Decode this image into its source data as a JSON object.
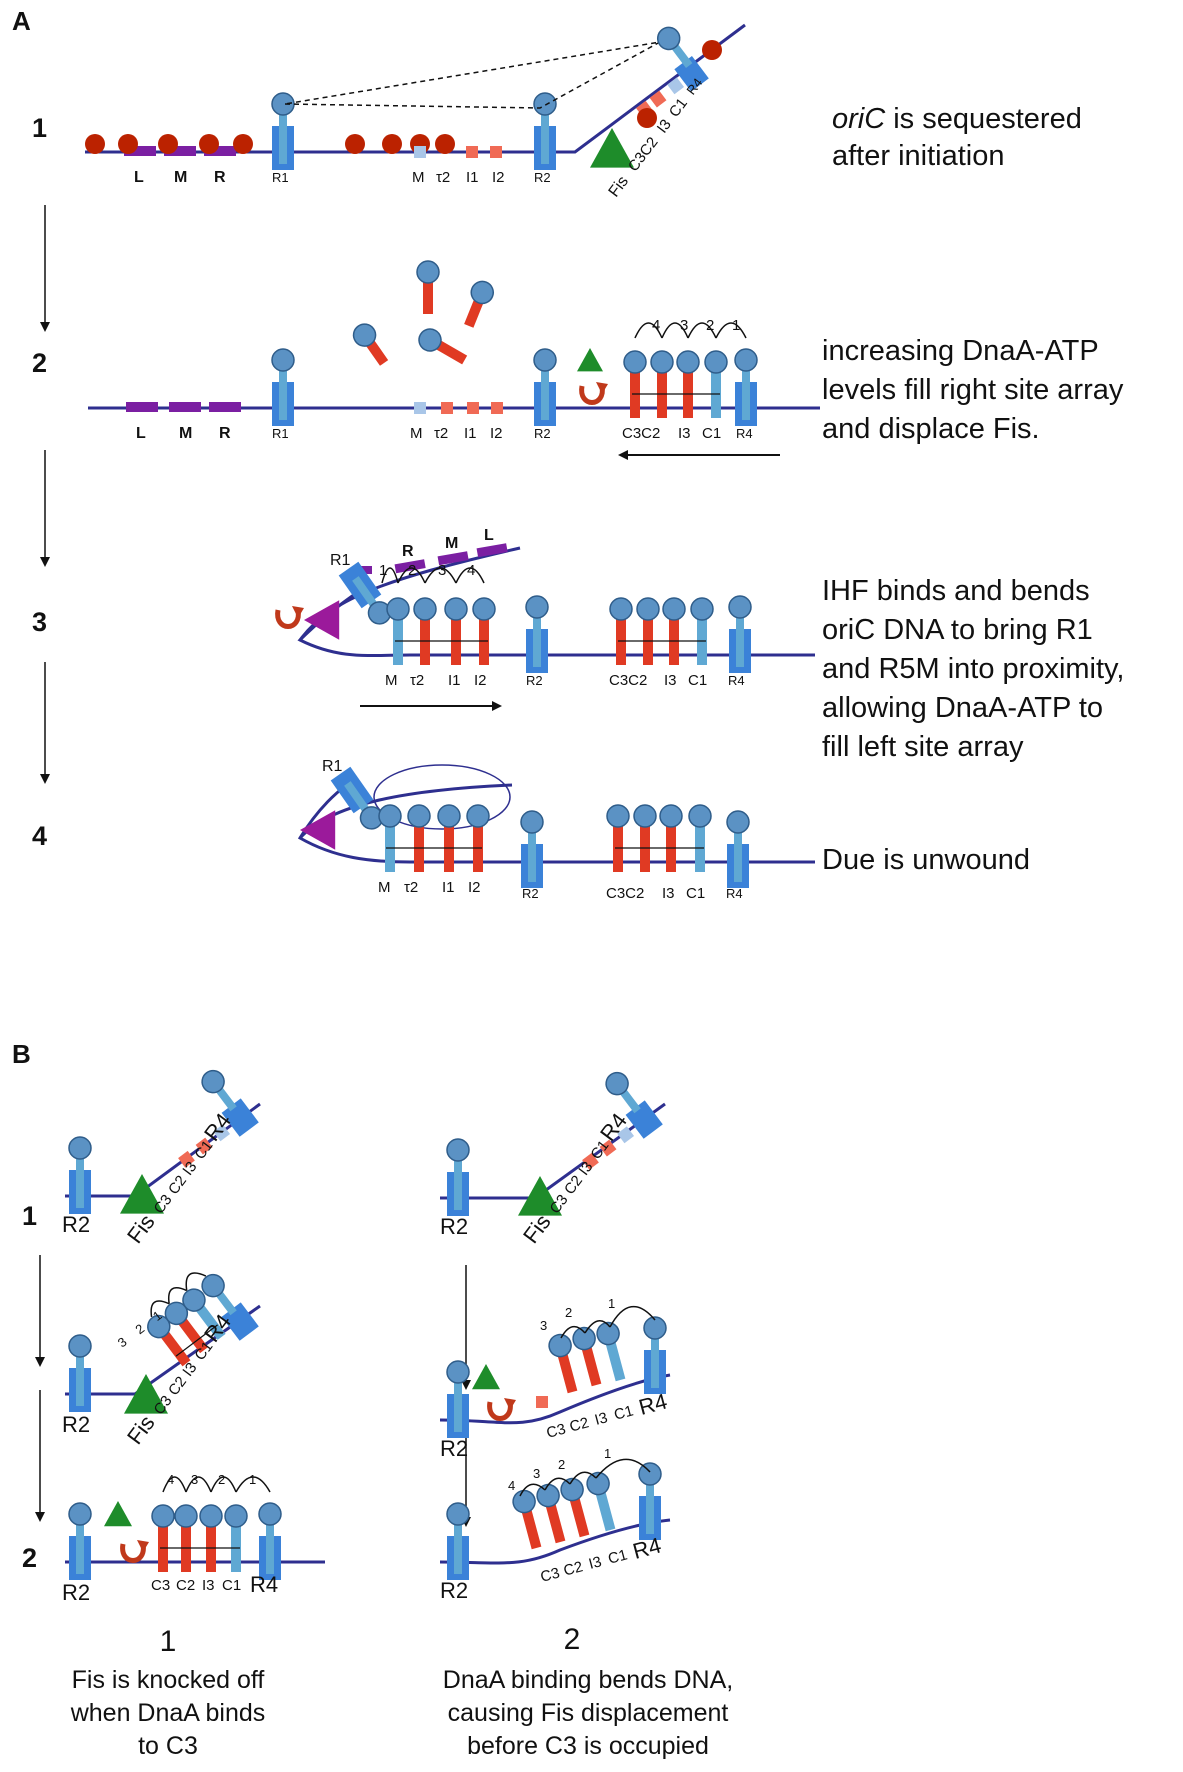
{
  "panels": {
    "a": "A",
    "b": "B"
  },
  "steps": [
    "1",
    "2",
    "3",
    "4"
  ],
  "sites": {
    "L": "L",
    "M": "M",
    "R": "R",
    "R1": "R1",
    "R2": "R2",
    "R4": "R4",
    "tau2": "τ2",
    "I1": "I1",
    "I2": "I2",
    "C1": "C1",
    "C2": "C2",
    "C3": "C3",
    "I3": "I3",
    "C3C2": "C3C2",
    "fis": "Fis"
  },
  "numbers": [
    "1",
    "2",
    "3",
    "4"
  ],
  "descriptions": {
    "s1_italic": "oriC",
    "s1_rest": " is sequestered",
    "s1_line2": "after initiation",
    "s2": [
      "increasing DnaA-ATP",
      "levels fill right site array",
      "and displace Fis."
    ],
    "s3": [
      "IHF binds and bends",
      "oriC DNA to bring R1",
      "and R5M into proximity,",
      "allowing DnaA-ATP to",
      "fill left site array"
    ],
    "s4": "Due is unwound"
  },
  "captions": {
    "one": {
      "num": "1",
      "lines": [
        "Fis is knocked off",
        "when DnaA binds",
        "to C3"
      ]
    },
    "two": {
      "num": "2",
      "lines": [
        "DnaA binding bends DNA,",
        "causing Fis displacement",
        "before C3 is occupied"
      ]
    }
  },
  "colors": {
    "dna": "#2e2f8f",
    "box": "#3b82d8",
    "stem": "#5fa8d3",
    "head": "#5b92c4",
    "red": "#e03a23",
    "salmon": "#f06a55",
    "lightblue": "#a9c6e8",
    "purple": "#7b1fa2",
    "ihf": "#9b1a9b",
    "fis": "#1e8c2a",
    "seqA": "#bb2200",
    "arrow": "#c0391b"
  }
}
